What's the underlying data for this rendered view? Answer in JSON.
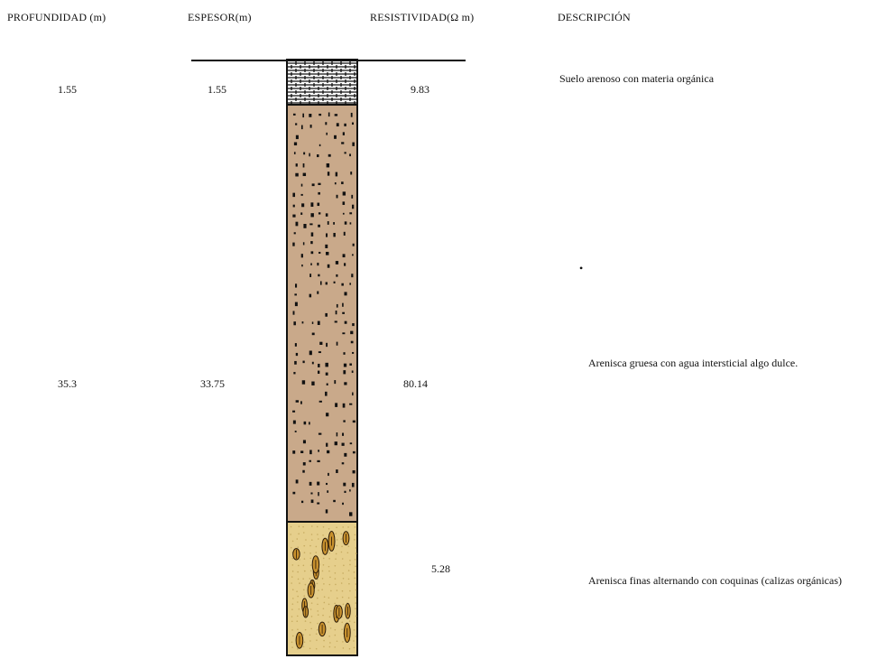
{
  "headers": {
    "depth": "PROFUNDIDAD (m)",
    "thickness": "ESPESOR(m)",
    "resistivity": "RESISTIVIDAD(Ω m)",
    "description": "DESCRIPCIÓN"
  },
  "layers": [
    {
      "depth": "1.55",
      "thickness": "1.55",
      "resistivity": "9.83",
      "description": "Suelo arenoso con materia orgánica",
      "pattern": "soil-hatch",
      "fill_color": "#ffffff"
    },
    {
      "depth": "35.3",
      "thickness": "33.75",
      "resistivity": "80.14",
      "description": "Arenisca gruesa con agua intersticial algo dulce.",
      "pattern": "coarse-sand-dots",
      "fill_color": "#c9a98a"
    },
    {
      "depth": "",
      "thickness": "",
      "resistivity": "5.28",
      "description": "Arenisca finas alternando con coquinas (calizas orgánicas)",
      "pattern": "coquina-shells",
      "fill_color": "#e6cf8c"
    }
  ],
  "stray_mark": "•"
}
